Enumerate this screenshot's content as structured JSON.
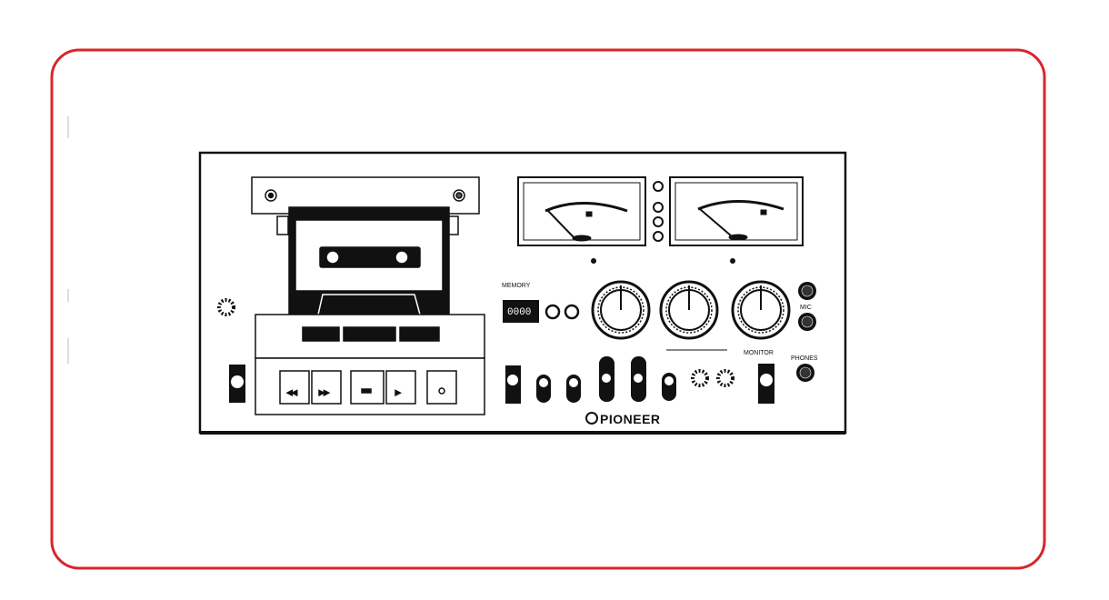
{
  "figure": {
    "brand": "PIONEER",
    "labels": {
      "memory": "MEMORY",
      "mic": "MIC",
      "monitor": "MONITOR",
      "phones": "PHONES"
    },
    "counter_value": "0000",
    "colors": {
      "frame": "#d8262e",
      "ink": "#111111",
      "paper": "#ffffff"
    }
  }
}
